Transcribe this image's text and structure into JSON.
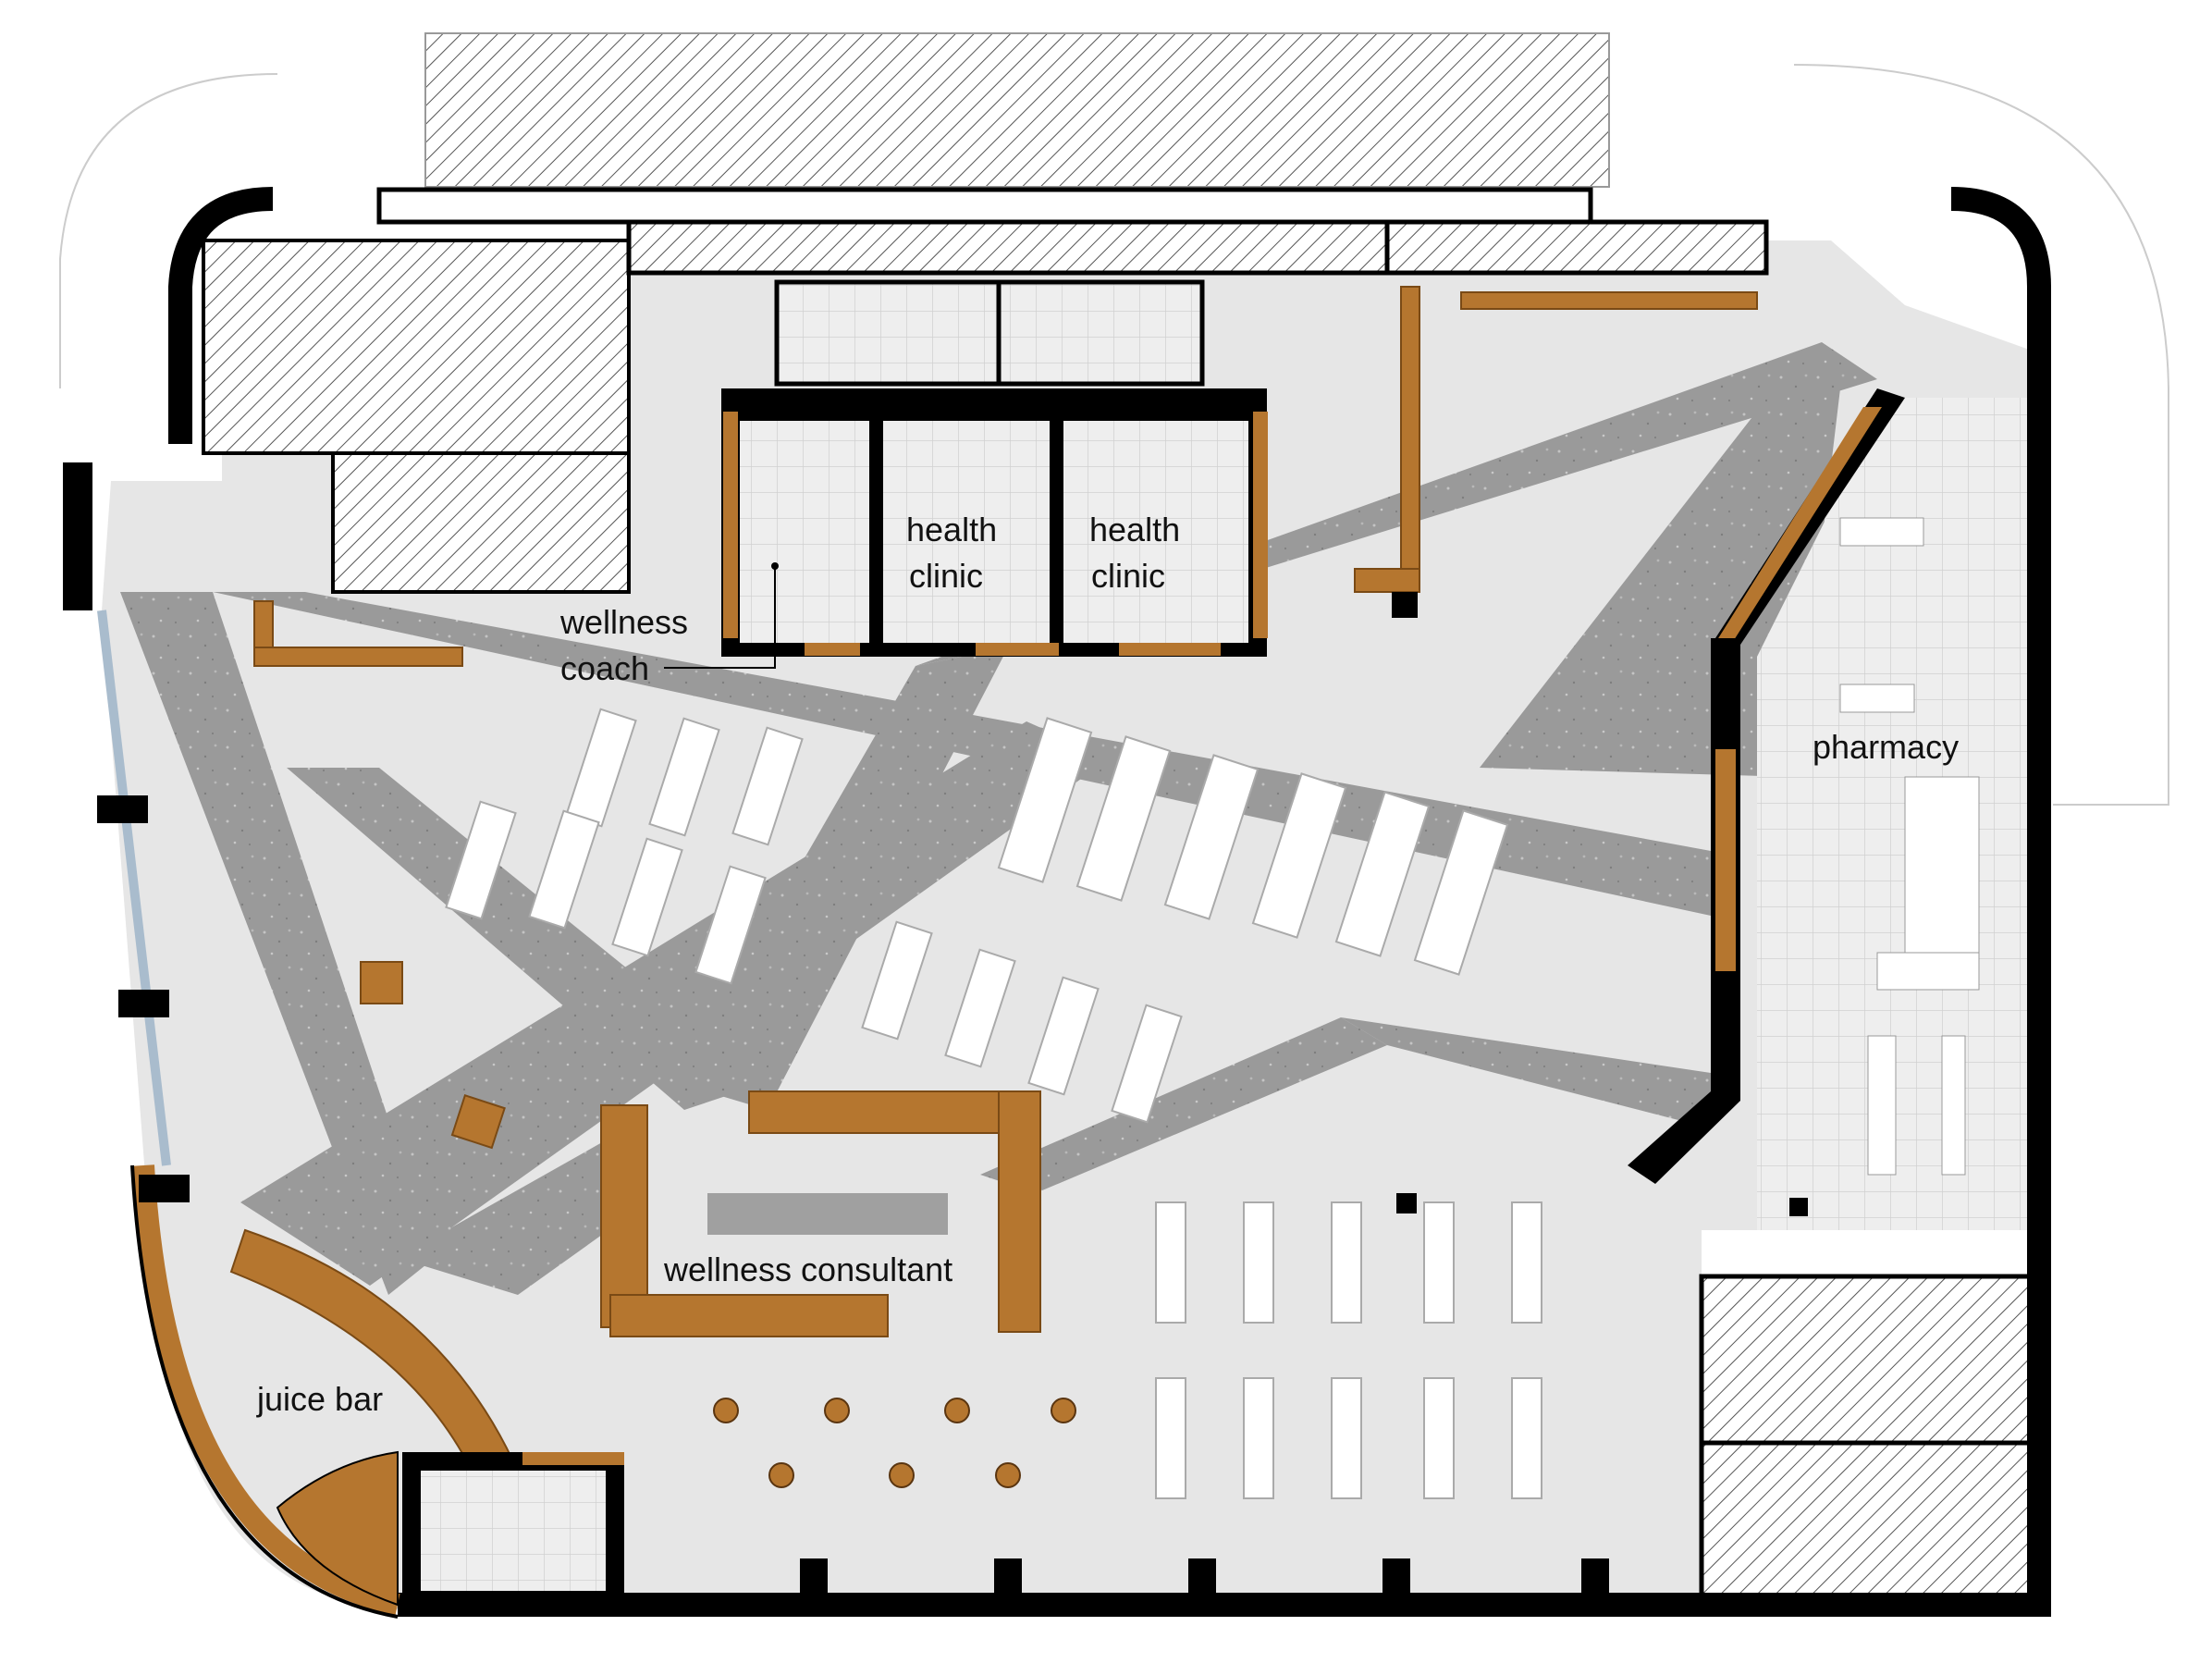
{
  "labels": {
    "health_clinic_1_line1": "health",
    "health_clinic_1_line2": "clinic",
    "health_clinic_2_line1": "health",
    "health_clinic_2_line2": "clinic",
    "wellness_coach_line1": "wellness",
    "wellness_coach_line2": "coach",
    "pharmacy": "pharmacy",
    "wellness_consultant": "wellness consultant",
    "juice_bar": "juice bar"
  },
  "colors": {
    "wall": "#000000",
    "floor": "#e6e6e6",
    "terrazzo": "#9a9a9a",
    "wood": "#b5762f",
    "tile": "#eeeeee",
    "hatch": "#555555",
    "glazing": "#a9bccd"
  }
}
